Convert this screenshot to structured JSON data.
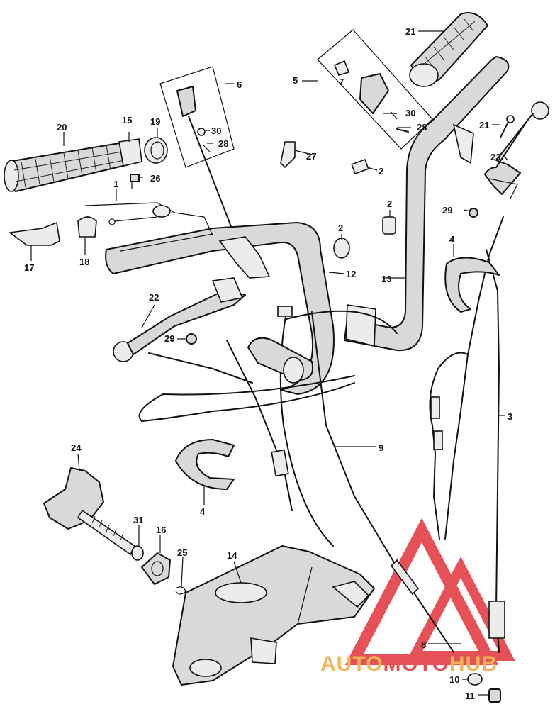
{
  "callouts": {
    "c1": "1",
    "c2a": "2",
    "c2b": "2",
    "c2c": "2",
    "c3": "3",
    "c4a": "4",
    "c4b": "4",
    "c5": "5",
    "c6": "6",
    "c7": "7",
    "c8": "8",
    "c9": "9",
    "c10": "10",
    "c11": "11",
    "c12": "12",
    "c13": "13",
    "c14": "14",
    "c15": "15",
    "c16": "16",
    "c17": "17",
    "c18": "18",
    "c19": "19",
    "c20": "20",
    "c21a": "21",
    "c21b": "21",
    "c22": "22",
    "c23": "23",
    "c24": "24",
    "c25": "25",
    "c26": "26",
    "c27": "27",
    "c28a": "28",
    "c28b": "28",
    "c29a": "29",
    "c29b": "29",
    "c30a": "30",
    "c30b": "30",
    "c31": "31"
  },
  "watermark": {
    "part1": "AUTO",
    "part2": "MOTO",
    "part3": "HUB"
  },
  "colors": {
    "watermark_orange": "#f2a63c",
    "watermark_red": "#e2333b",
    "line": "#111111"
  }
}
